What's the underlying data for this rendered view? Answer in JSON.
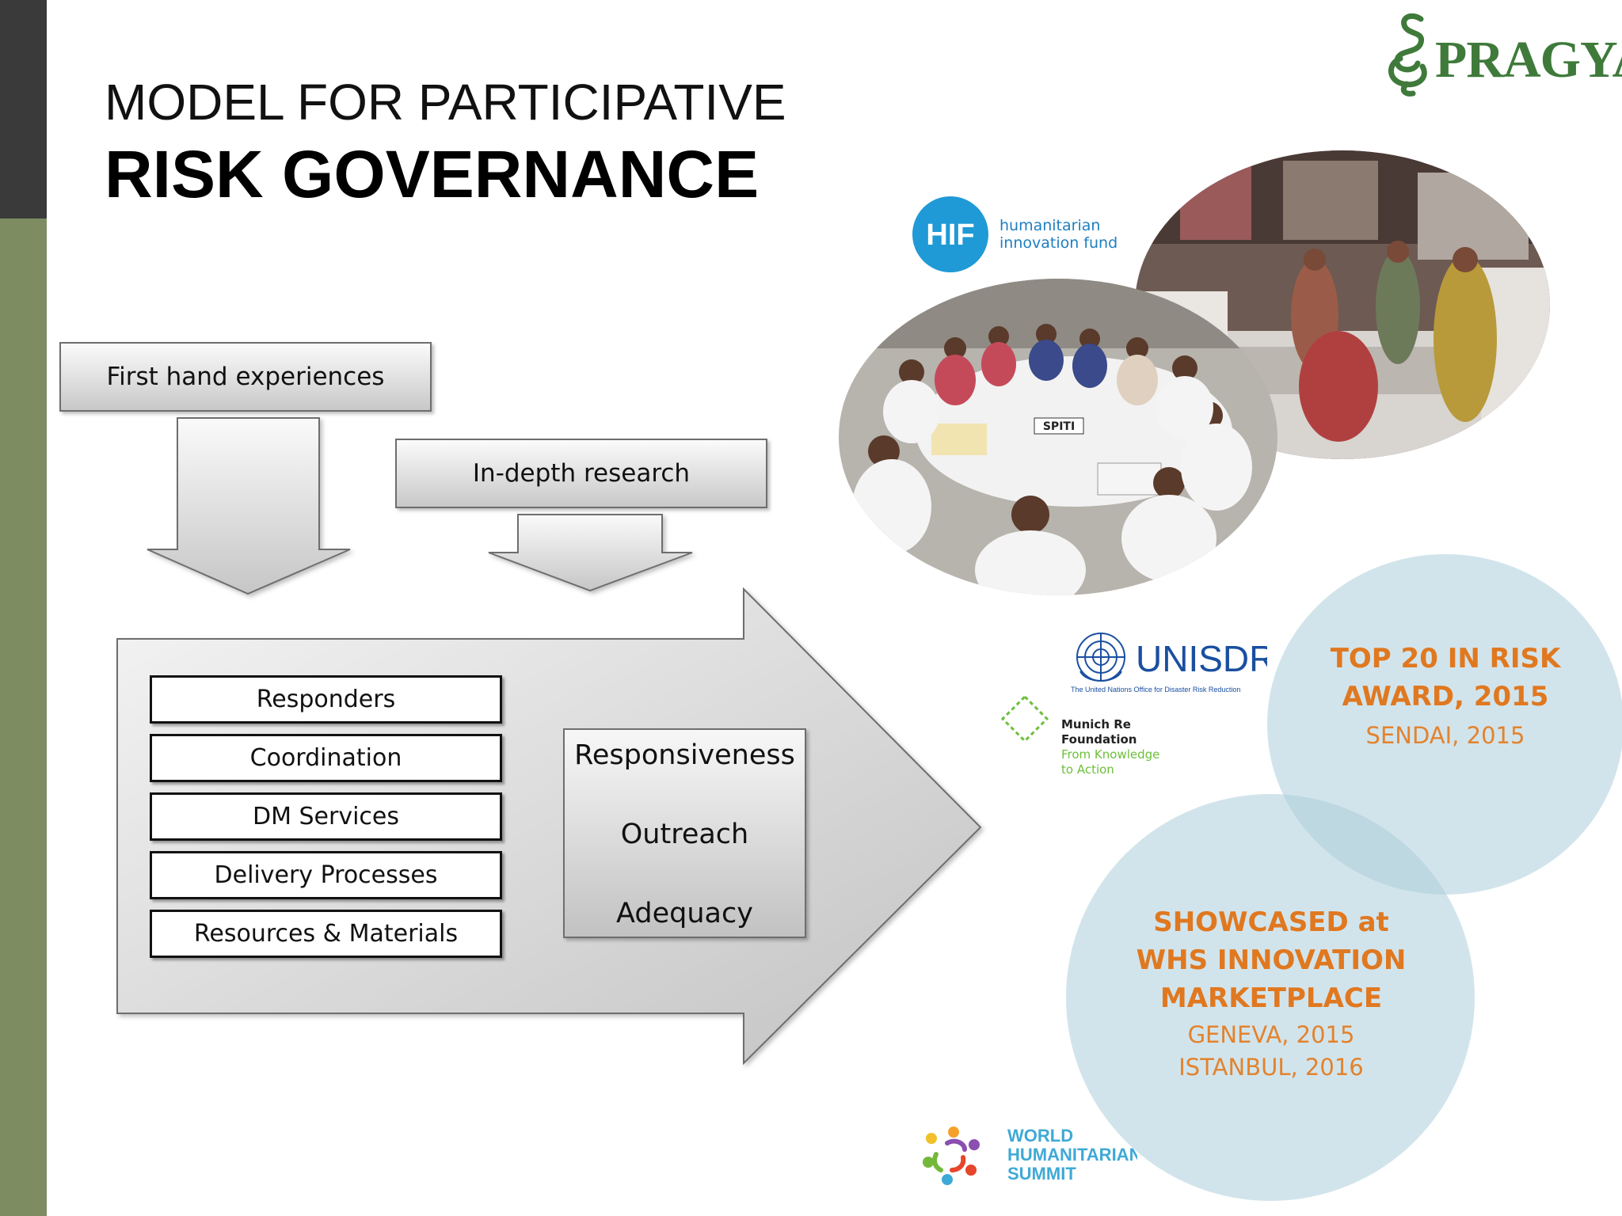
{
  "title": {
    "line1": "MODEL FOR PARTICIPATIVE",
    "line2": "RISK GOVERNANCE"
  },
  "brand": {
    "name": "PRAGYA",
    "color": "#3f7a3b"
  },
  "diagram": {
    "inputs": {
      "first_hand": "First hand experiences",
      "research": "In-depth research"
    },
    "components": [
      "Responders",
      "Coordination",
      "DM Services",
      "Delivery Processes",
      "Resources & Materials"
    ],
    "outcomes": [
      "Responsiveness",
      "Outreach",
      "Adequacy"
    ]
  },
  "partners": {
    "hif": {
      "abbr": "HIF",
      "line1": "humanitarian",
      "line2": "innovation fund"
    },
    "unisdr": {
      "name": "UNISDR",
      "subtitle": "The United Nations Office for Disaster Risk Reduction"
    },
    "munich": {
      "line1": "Munich Re",
      "line2": "Foundation",
      "line3": "From Knowledge",
      "line4": "to Action"
    },
    "whs": {
      "line1": "WORLD",
      "line2": "HUMANITARIAN",
      "line3": "SUMMIT"
    }
  },
  "photo_labels": {
    "table_sign": "SPITI"
  },
  "awards": {
    "top": {
      "line1": "TOP 20 IN RISK",
      "line2": "AWARD, 2015",
      "line3": "SENDAI, 2015"
    },
    "bottom": {
      "line1": "SHOWCASED at",
      "line2": "WHS INNOVATION",
      "line3": "MARKETPLACE",
      "line4": "GENEVA, 2015",
      "line5": "ISTANBUL, 2016"
    }
  },
  "colors": {
    "accent_orange": "#e07820",
    "circle_blue": "#adcdda",
    "sidebar_green": "#7e8c61",
    "sidebar_dark": "#3a3a3a"
  }
}
